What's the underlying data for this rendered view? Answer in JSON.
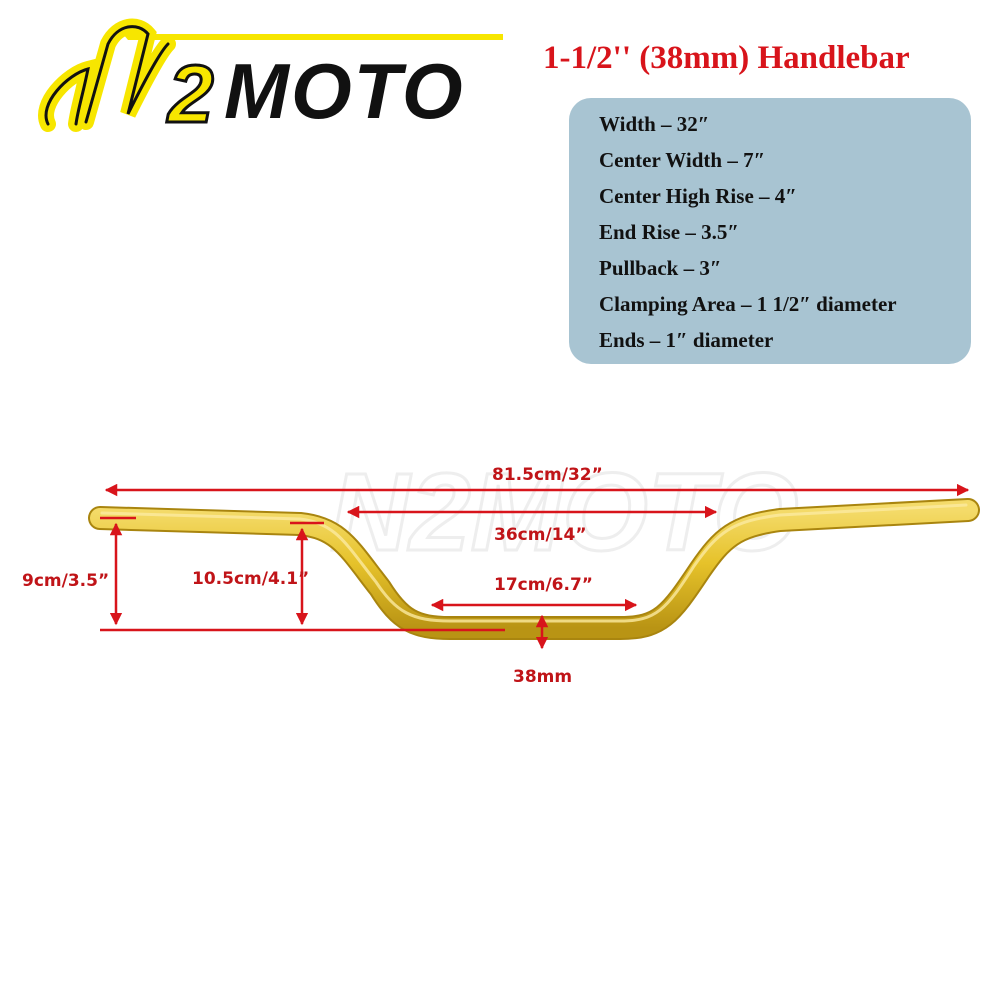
{
  "brand": {
    "logo_text": "N2MOTO",
    "logo_colors": {
      "yellow": "#f7e600",
      "black": "#111111"
    }
  },
  "title": "1-1/2'' (38mm) Handlebar",
  "specs": [
    "Width – 32″",
    "Center Width – 7″",
    "Center High Rise – 4″",
    "End Rise – 3.5″",
    "Pullback – 3″",
    "Clamping Area – 1 1/2″ diameter",
    "Ends – 1″ diameter"
  ],
  "dimensions": {
    "overall_width": "81.5cm/32”",
    "inner_width": "36cm/14”",
    "center_width": "17cm/6.7”",
    "end_rise": "9cm/3.5”",
    "center_rise": "10.5cm/4.1”",
    "clamp_diameter": "38mm"
  },
  "colors": {
    "accent_red": "#d8141b",
    "bar_gold": "#e6c22a",
    "card_blue": "#a8c4d2"
  },
  "watermark_text": "N2MOTO"
}
